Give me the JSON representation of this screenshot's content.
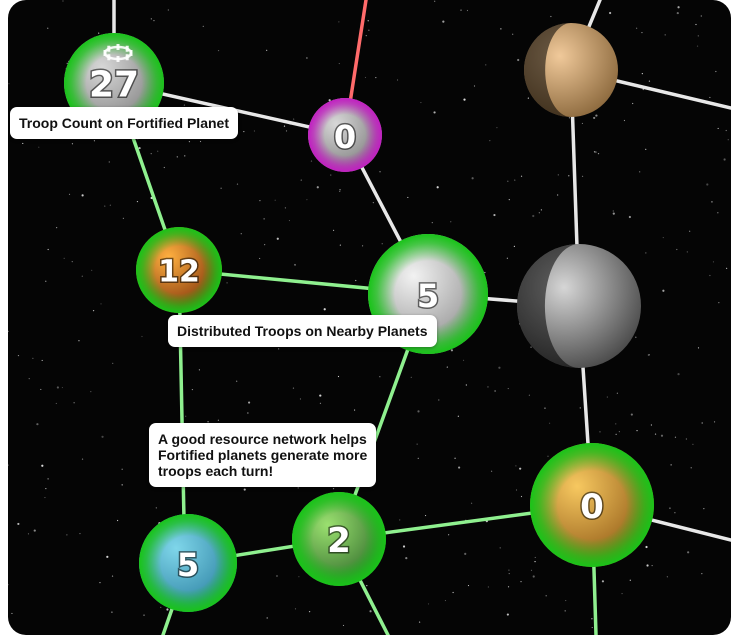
{
  "colors": {
    "background": "#050505",
    "owned_route": "#8ff08f",
    "neutral_route": "#e8e8e8",
    "enemy_route": "#ff6b6b",
    "owned_glow": "#19c419",
    "enemy_glow": "#c21fc2"
  },
  "planets": [
    {
      "id": "fortified",
      "troops": "27",
      "owner": "player",
      "texture": "grey",
      "fortified": true
    },
    {
      "id": "enemy",
      "troops": "0",
      "owner": "enemy",
      "texture": "grey"
    },
    {
      "id": "tan-neutral",
      "troops": "",
      "owner": "neutral",
      "texture": "tan"
    },
    {
      "id": "orange",
      "troops": "12",
      "owner": "player",
      "texture": "orange"
    },
    {
      "id": "white-center",
      "troops": "5",
      "owner": "player",
      "texture": "white"
    },
    {
      "id": "moon-neutral",
      "troops": "",
      "owner": "neutral",
      "texture": "moon"
    },
    {
      "id": "gold",
      "troops": "0",
      "owner": "player",
      "texture": "gold"
    },
    {
      "id": "green",
      "troops": "2",
      "owner": "player",
      "texture": "green"
    },
    {
      "id": "ocean",
      "troops": "5",
      "owner": "player",
      "texture": "ocean"
    }
  ],
  "callouts": {
    "fortified": "Troop Count on Fortified Planet",
    "distributed": "Distributed Troops on Nearby Planets",
    "network": "A good resource network helps\nFortified planets generate more\ntroops each turn!"
  }
}
